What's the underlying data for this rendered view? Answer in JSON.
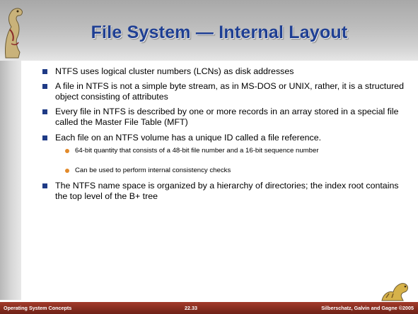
{
  "slide": {
    "title": "File System — Internal Layout",
    "bullets": [
      {
        "text": "NTFS uses logical cluster numbers (LCNs) as disk addresses"
      },
      {
        "text": "A file in NTFS is not a simple byte stream, as in MS-DOS or UNIX, rather, it is a structured object consisting of attributes"
      },
      {
        "text": "Every file in NTFS is described by one or more records in an array stored in a special file called the Master File Table (MFT)"
      },
      {
        "text": "Each file on an NTFS volume has a unique ID called a file reference.",
        "sub": [
          "64-bit quantity that consists of a 48-bit file number and a 16-bit sequence number",
          "Can be used to perform internal consistency checks"
        ]
      },
      {
        "text": "The NTFS name space is organized by a hierarchy of directories; the index root contains the top level of the B+ tree"
      }
    ]
  },
  "footer": {
    "left": "Operating System Concepts",
    "center": "22.33",
    "right": "Silberschatz, Galvin and Gagne ©2005"
  },
  "icons": {
    "top_left": "dinosaur-icon",
    "bottom_right": "dinosaur-icon"
  },
  "colors": {
    "title": "#1f3f93",
    "bullet_square": "#1f3b86",
    "sub_bullet_dot": "#e28a2a",
    "footer_bar": "#8b2b1e"
  }
}
